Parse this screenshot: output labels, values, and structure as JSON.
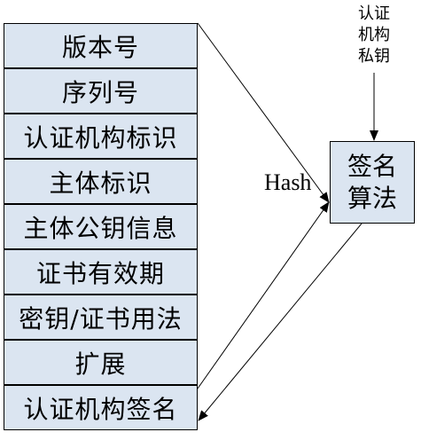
{
  "fields": [
    {
      "label": "版本号"
    },
    {
      "label": "序列号"
    },
    {
      "label": "认证机构标识"
    },
    {
      "label": "主体标识"
    },
    {
      "label": "主体公钥信息"
    },
    {
      "label": "证书有效期"
    },
    {
      "label": "密钥/证书用法"
    },
    {
      "label": "扩展"
    },
    {
      "label": "认证机构签名"
    }
  ],
  "algorithm": {
    "line1": "签名",
    "line2": "算法"
  },
  "ca_private_key": {
    "line1": "认证",
    "line2": "机构",
    "line3": "私钥"
  },
  "hash_label": "Hash",
  "colors": {
    "box_fill": "#dbe5f1",
    "stroke": "#000000"
  }
}
